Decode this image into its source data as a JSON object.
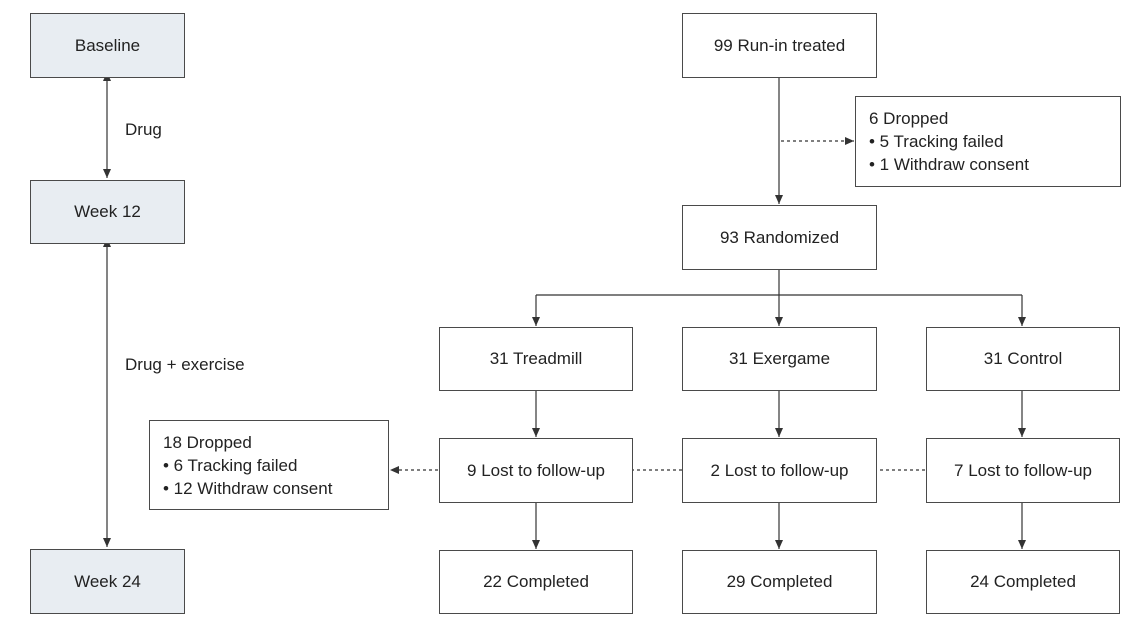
{
  "timeline": {
    "baseline": "Baseline",
    "week12": "Week 12",
    "week24": "Week 24",
    "drug": "Drug",
    "drug_exercise": "Drug + exercise"
  },
  "flow": {
    "runin": "99 Run-in treated",
    "dropped_top": {
      "title": "6 Dropped",
      "items": [
        "• 5 Tracking failed",
        "• 1 Withdraw consent"
      ]
    },
    "randomized": "93 Randomized",
    "arms": [
      {
        "group": "31 Treadmill",
        "lost": "9 Lost to follow-up",
        "completed": "22 Completed"
      },
      {
        "group": "31 Exergame",
        "lost": "2 Lost to follow-up",
        "completed": "29 Completed"
      },
      {
        "group": "31 Control",
        "lost": "7 Lost to follow-up",
        "completed": "24 Completed"
      }
    ],
    "dropped_bottom": {
      "title": "18 Dropped",
      "items": [
        "• 6 Tracking failed",
        "• 12 Withdraw consent"
      ]
    }
  },
  "colors": {
    "timeline_fill": "#e8edf2",
    "border": "#4a4a4a",
    "line": "#333333"
  }
}
